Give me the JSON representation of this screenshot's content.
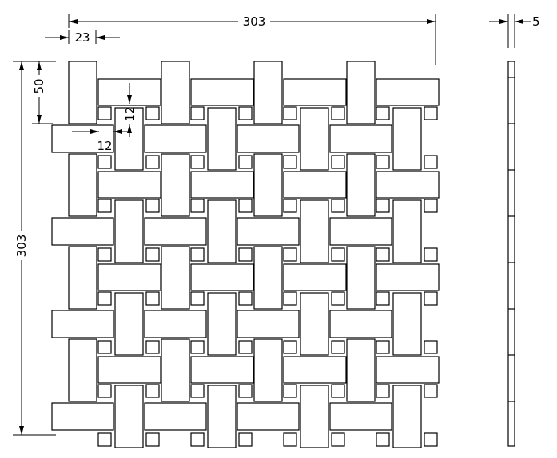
{
  "colors": {
    "stroke": "#000000",
    "tile_fill": "#ffffff",
    "background": "#ffffff"
  },
  "pattern": {
    "type": "basketweave-mosaic",
    "columns": 4,
    "rows": 4,
    "bar_long_units": 50,
    "bar_short_units": 23,
    "dot_units": 12
  },
  "dimensions": {
    "overall_width": "303",
    "overall_height": "303",
    "module_height": "50",
    "bar_width": "23",
    "dot_width": "12",
    "dot_height": "12",
    "thickness": "5"
  }
}
